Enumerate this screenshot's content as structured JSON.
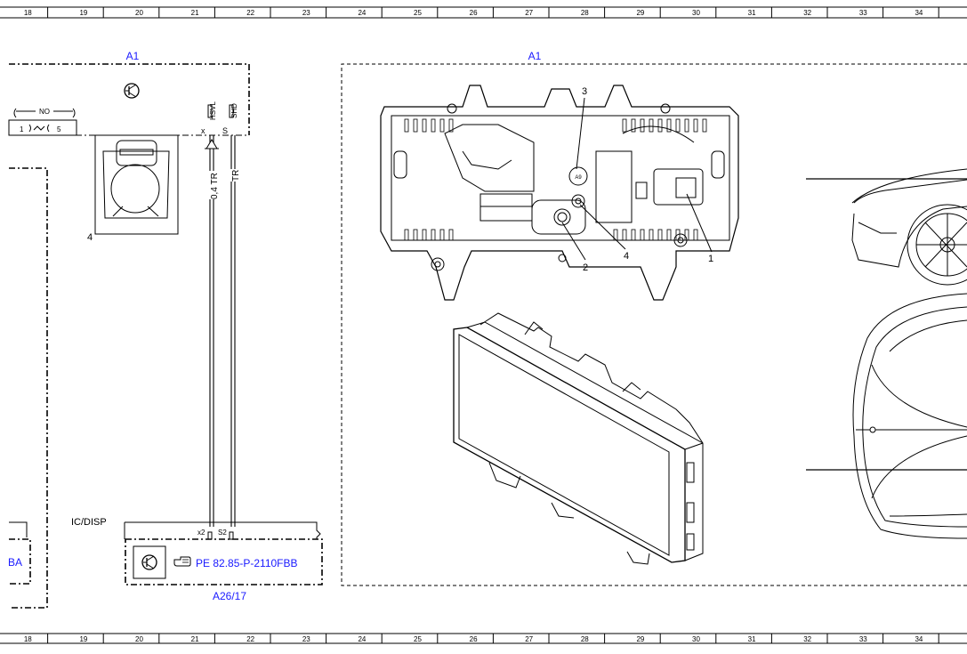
{
  "ruler": {
    "numbers": [
      "18",
      "19",
      "20",
      "21",
      "22",
      "23",
      "24",
      "25",
      "26",
      "27",
      "28",
      "29",
      "30",
      "31",
      "32",
      "33",
      "34"
    ]
  },
  "schematic": {
    "module_a1_left_label": "A1",
    "module_a1_right_label": "A1",
    "switch_no_label": "NO",
    "switch_pin_left": "1",
    "switch_pin_right": "5",
    "pin_hsvl": "HSVL",
    "pin_shd": "SHD",
    "pin_x": "x",
    "pin_s": "S",
    "wire_left": "0,4 TR",
    "wire_right": "TR",
    "component_4_label": "4",
    "bus_label": "IC/DISP",
    "conn_x2": "x2",
    "conn_s2": "S2",
    "module_a26_label": "A26/17",
    "reference_link": "PE 82.85-P-2110FBB",
    "left_module_partial_label": "BA"
  },
  "callouts": {
    "c1": "1",
    "c2": "2",
    "c3": "3",
    "c4": "4",
    "a9_tag": "A9"
  }
}
